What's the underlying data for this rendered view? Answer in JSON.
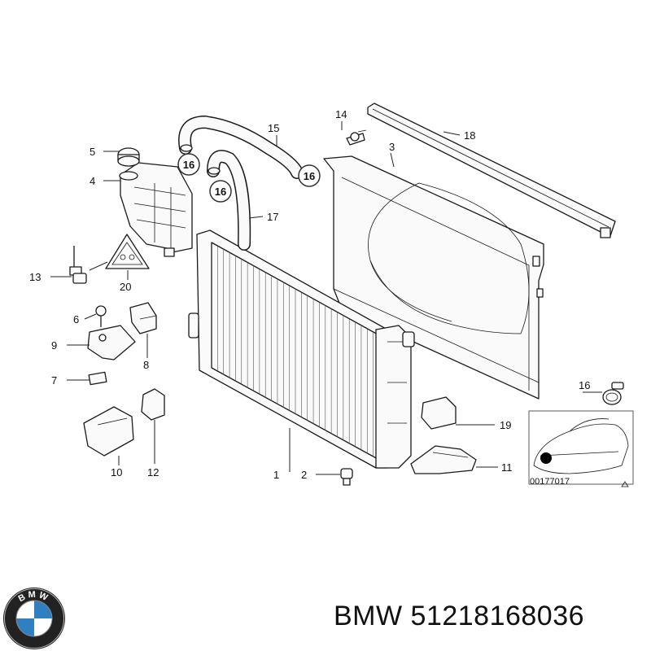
{
  "callouts": {
    "c1": "1",
    "c2": "2",
    "c3": "3",
    "c4": "4",
    "c5": "5",
    "c6": "6",
    "c7": "7",
    "c8": "8",
    "c9": "9",
    "c10": "10",
    "c11": "11",
    "c12": "12",
    "c13": "13",
    "c14": "14",
    "c15": "15",
    "c16a": "16",
    "c16b": "16",
    "c16c": "16",
    "c16d": "16",
    "c17": "17",
    "c18": "18",
    "c19": "19",
    "c20": "20"
  },
  "inset": {
    "code": "00177017"
  },
  "footer": {
    "brand": "BMW",
    "part_number": "51218168036",
    "text": "BMW 51218168036"
  },
  "logo": {
    "letters": "BMW",
    "colors": {
      "blue": "#2f7fc1",
      "white": "#ffffff",
      "ring": "#222222"
    }
  }
}
